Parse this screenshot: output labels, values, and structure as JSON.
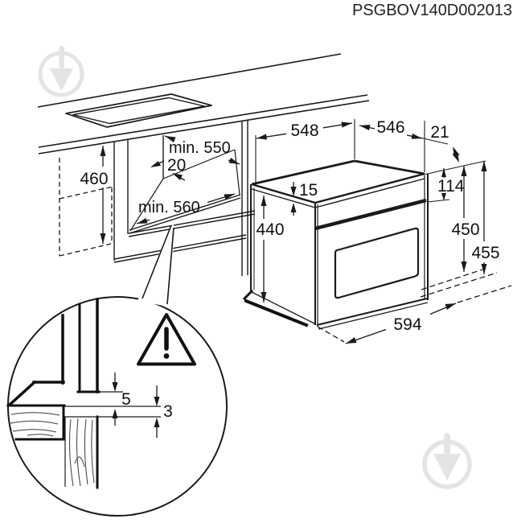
{
  "title": "PSGBOV140D002013",
  "colors": {
    "line": "#1a1a1a",
    "watermark": "#e4e4e4",
    "background": "#ffffff"
  },
  "cabinet": {
    "height": "460",
    "niche_depth": "min. 550",
    "wall_offset": "20",
    "base_depth": "min. 560"
  },
  "oven": {
    "top_width": "548",
    "top_depth": "546",
    "rear_clearance": "21",
    "top_recess": "15",
    "body_height": "440",
    "panel_height": "114",
    "front_height_inner": "450",
    "front_height_outer": "455",
    "front_width": "594"
  },
  "detail": {
    "top_clearance": "5",
    "bottom_clearance": "3"
  },
  "icons": {
    "warning": "warning-triangle-exclamation",
    "watermark": "circle-pin-watermark"
  }
}
